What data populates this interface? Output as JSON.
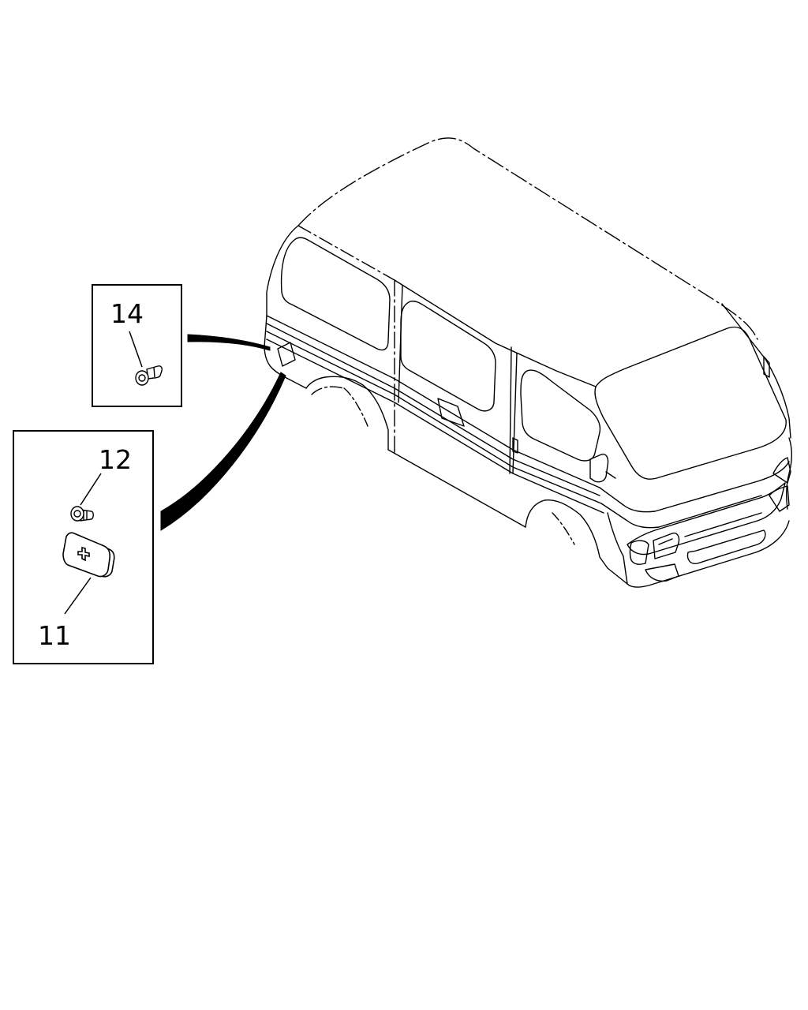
{
  "callouts": {
    "c14": "14",
    "c12": "12",
    "c11": "11"
  },
  "colors": {
    "line": "#000000",
    "background": "#ffffff"
  }
}
